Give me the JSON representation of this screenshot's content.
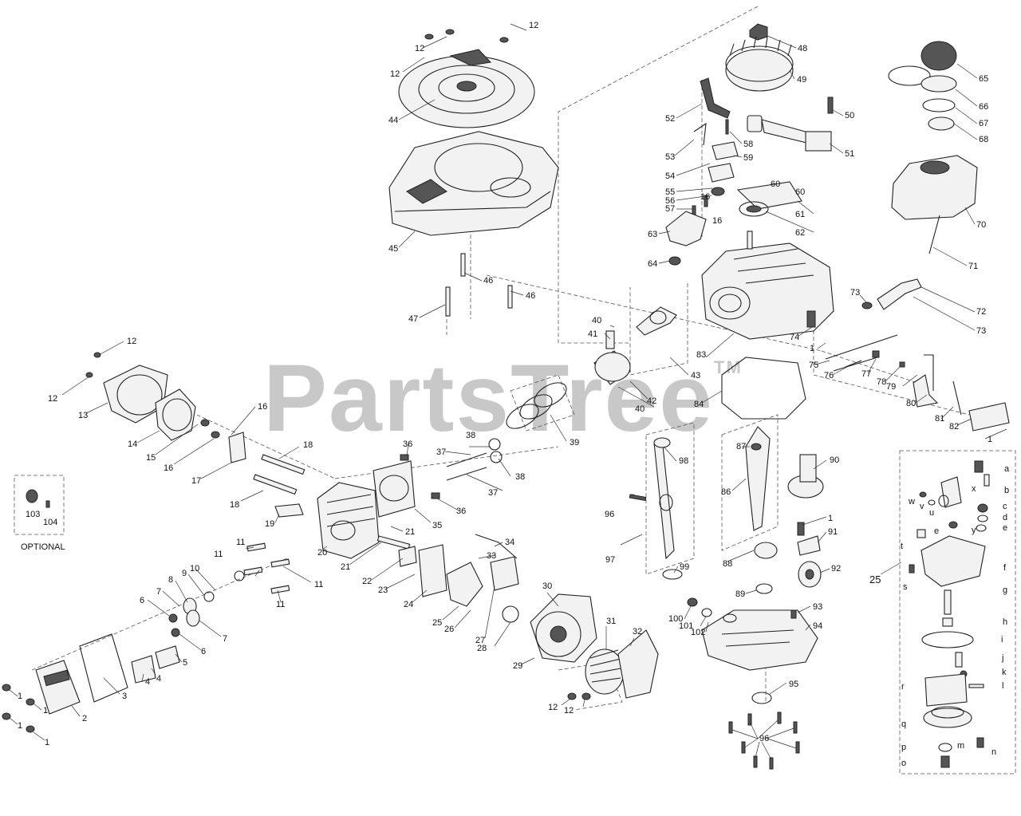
{
  "watermark": {
    "text": "PartsTree",
    "mark": "TM"
  },
  "optional_label": "OPTIONAL",
  "callouts": [
    {
      "label": "12",
      "id": "c12a"
    },
    {
      "label": "12",
      "id": "c12b"
    },
    {
      "label": "12",
      "id": "c12c"
    },
    {
      "label": "44",
      "id": "c44"
    },
    {
      "label": "45",
      "id": "c45"
    },
    {
      "label": "46",
      "id": "c46a"
    },
    {
      "label": "46",
      "id": "c46b"
    },
    {
      "label": "47",
      "id": "c47"
    },
    {
      "label": "48",
      "id": "c48"
    },
    {
      "label": "49",
      "id": "c49"
    },
    {
      "label": "50",
      "id": "c50"
    },
    {
      "label": "51",
      "id": "c51"
    },
    {
      "label": "52",
      "id": "c52"
    },
    {
      "label": "53",
      "id": "c53"
    },
    {
      "label": "54",
      "id": "c54"
    },
    {
      "label": "55",
      "id": "c55"
    },
    {
      "label": "56",
      "id": "c56"
    },
    {
      "label": "57",
      "id": "c57"
    },
    {
      "label": "58",
      "id": "c58"
    },
    {
      "label": "59",
      "id": "c59"
    },
    {
      "label": "60",
      "id": "c60a"
    },
    {
      "label": "60",
      "id": "c60b"
    },
    {
      "label": "61",
      "id": "c61"
    },
    {
      "label": "62",
      "id": "c62"
    },
    {
      "label": "63",
      "id": "c63"
    },
    {
      "label": "64",
      "id": "c64"
    },
    {
      "label": "16",
      "id": "c16a"
    },
    {
      "label": "16",
      "id": "c16b"
    },
    {
      "label": "65",
      "id": "c65"
    },
    {
      "label": "66",
      "id": "c66"
    },
    {
      "label": "67",
      "id": "c67"
    },
    {
      "label": "68",
      "id": "c68"
    },
    {
      "label": "70",
      "id": "c70"
    },
    {
      "label": "71",
      "id": "c71"
    },
    {
      "label": "72",
      "id": "c72"
    },
    {
      "label": "73",
      "id": "c73a"
    },
    {
      "label": "73",
      "id": "c73b"
    },
    {
      "label": "74",
      "id": "c74"
    },
    {
      "label": "75",
      "id": "c75"
    },
    {
      "label": "76",
      "id": "c76"
    },
    {
      "label": "77",
      "id": "c77"
    },
    {
      "label": "78",
      "id": "c78"
    },
    {
      "label": "79",
      "id": "c79"
    },
    {
      "label": "80",
      "id": "c80"
    },
    {
      "label": "81",
      "id": "c81"
    },
    {
      "label": "82",
      "id": "c82"
    },
    {
      "label": "1",
      "id": "c1a"
    },
    {
      "label": "1",
      "id": "c1b"
    },
    {
      "label": "83",
      "id": "c83"
    },
    {
      "label": "84",
      "id": "c84"
    },
    {
      "label": "40",
      "id": "c40a"
    },
    {
      "label": "41",
      "id": "c41"
    },
    {
      "label": "42",
      "id": "c42"
    },
    {
      "label": "40",
      "id": "c40b"
    },
    {
      "label": "43",
      "id": "c43"
    },
    {
      "label": "39",
      "id": "c39"
    },
    {
      "label": "12",
      "id": "c12d"
    },
    {
      "label": "12",
      "id": "c12e"
    },
    {
      "label": "13",
      "id": "c13"
    },
    {
      "label": "14",
      "id": "c14"
    },
    {
      "label": "15",
      "id": "c15"
    },
    {
      "label": "16",
      "id": "c16c"
    },
    {
      "label": "16",
      "id": "c16d"
    },
    {
      "label": "17",
      "id": "c17"
    },
    {
      "label": "18",
      "id": "c18a"
    },
    {
      "label": "18",
      "id": "c18b"
    },
    {
      "label": "19",
      "id": "c19"
    },
    {
      "label": "20",
      "id": "c20"
    },
    {
      "label": "36",
      "id": "c36a"
    },
    {
      "label": "36",
      "id": "c36b"
    },
    {
      "label": "37",
      "id": "c37a"
    },
    {
      "label": "37",
      "id": "c37b"
    },
    {
      "label": "38",
      "id": "c38a"
    },
    {
      "label": "38",
      "id": "c38b"
    },
    {
      "label": "35",
      "id": "c35"
    },
    {
      "label": "21",
      "id": "c21a"
    },
    {
      "label": "21",
      "id": "c21b"
    },
    {
      "label": "22",
      "id": "c22"
    },
    {
      "label": "23",
      "id": "c23"
    },
    {
      "label": "24",
      "id": "c24"
    },
    {
      "label": "34",
      "id": "c34"
    },
    {
      "label": "33",
      "id": "c33"
    },
    {
      "label": "25",
      "id": "c25a"
    },
    {
      "label": "26",
      "id": "c26"
    },
    {
      "label": "27",
      "id": "c27"
    },
    {
      "label": "28",
      "id": "c28"
    },
    {
      "label": "29",
      "id": "c29"
    },
    {
      "label": "30",
      "id": "c30"
    },
    {
      "label": "31",
      "id": "c31"
    },
    {
      "label": "32",
      "id": "c32"
    },
    {
      "label": "12",
      "id": "c12f"
    },
    {
      "label": "12",
      "id": "c12g"
    },
    {
      "label": "11",
      "id": "c11a"
    },
    {
      "label": "11",
      "id": "c11b"
    },
    {
      "label": "11",
      "id": "c11c"
    },
    {
      "label": "11",
      "id": "c11d"
    },
    {
      "label": "10",
      "id": "c10"
    },
    {
      "label": "9",
      "id": "c9"
    },
    {
      "label": "8",
      "id": "c8"
    },
    {
      "label": "7",
      "id": "c7a"
    },
    {
      "label": "7",
      "id": "c7b"
    },
    {
      "label": "6",
      "id": "c6a"
    },
    {
      "label": "6",
      "id": "c6b"
    },
    {
      "label": "5",
      "id": "c5"
    },
    {
      "label": "4",
      "id": "c4a"
    },
    {
      "label": "4",
      "id": "c4b"
    },
    {
      "label": "3",
      "id": "c3"
    },
    {
      "label": "2",
      "id": "c2"
    },
    {
      "label": "1",
      "id": "c1c"
    },
    {
      "label": "1",
      "id": "c1d"
    },
    {
      "label": "1",
      "id": "c1e"
    },
    {
      "label": "1",
      "id": "c1f"
    },
    {
      "label": "103",
      "id": "c103"
    },
    {
      "label": "104",
      "id": "c104"
    },
    {
      "label": "96",
      "id": "c96a"
    },
    {
      "label": "97",
      "id": "c97"
    },
    {
      "label": "98",
      "id": "c98"
    },
    {
      "label": "99",
      "id": "c99"
    },
    {
      "label": "87",
      "id": "c87"
    },
    {
      "label": "86",
      "id": "c86"
    },
    {
      "label": "90",
      "id": "c90"
    },
    {
      "label": "1",
      "id": "c1g"
    },
    {
      "label": "91",
      "id": "c91"
    },
    {
      "label": "88",
      "id": "c88"
    },
    {
      "label": "92",
      "id": "c92"
    },
    {
      "label": "89",
      "id": "c89"
    },
    {
      "label": "93",
      "id": "c93"
    },
    {
      "label": "94",
      "id": "c94"
    },
    {
      "label": "100",
      "id": "c100"
    },
    {
      "label": "101",
      "id": "c101"
    },
    {
      "label": "102",
      "id": "c102"
    },
    {
      "label": "95",
      "id": "c95"
    },
    {
      "label": "96",
      "id": "c96b"
    },
    {
      "label": "25",
      "id": "c25b"
    },
    {
      "label": "a",
      "id": "la"
    },
    {
      "label": "b",
      "id": "lb"
    },
    {
      "label": "c",
      "id": "lc"
    },
    {
      "label": "d",
      "id": "ld"
    },
    {
      "label": "e",
      "id": "le1"
    },
    {
      "label": "e",
      "id": "le2"
    },
    {
      "label": "f",
      "id": "lf"
    },
    {
      "label": "g",
      "id": "lg"
    },
    {
      "label": "h",
      "id": "lh"
    },
    {
      "label": "i",
      "id": "li"
    },
    {
      "label": "j",
      "id": "lj"
    },
    {
      "label": "k",
      "id": "lk"
    },
    {
      "label": "l",
      "id": "ll"
    },
    {
      "label": "m",
      "id": "lm"
    },
    {
      "label": "n",
      "id": "ln"
    },
    {
      "label": "o",
      "id": "lo"
    },
    {
      "label": "p",
      "id": "lp"
    },
    {
      "label": "q",
      "id": "lq"
    },
    {
      "label": "r",
      "id": "lr"
    },
    {
      "label": "s",
      "id": "ls"
    },
    {
      "label": "t",
      "id": "lt"
    },
    {
      "label": "u",
      "id": "lu"
    },
    {
      "label": "v",
      "id": "lv"
    },
    {
      "label": "w",
      "id": "lw"
    },
    {
      "label": "x",
      "id": "lx"
    },
    {
      "label": "y",
      "id": "ly"
    }
  ]
}
